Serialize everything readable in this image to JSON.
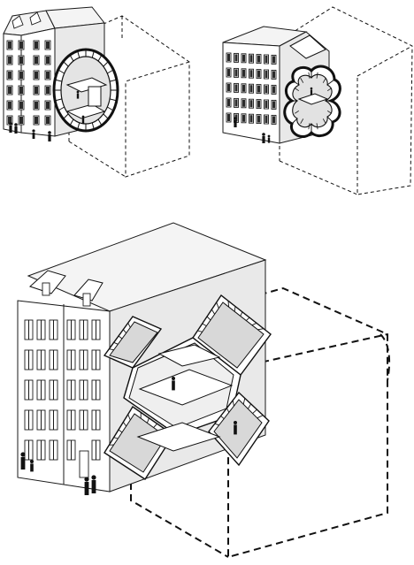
{
  "figure": {
    "background": "#ffffff",
    "ink_color": "#111111",
    "shade_color": "#e9e9e9",
    "panels": [
      {
        "id": "egg",
        "module_shape": "egg-oval",
        "dashed_volume": true
      },
      {
        "id": "cloud",
        "module_shape": "double-lobe",
        "dashed_volume": true
      },
      {
        "id": "x-module",
        "module_shape": "x-cross",
        "dashed_volume": true
      }
    ]
  }
}
